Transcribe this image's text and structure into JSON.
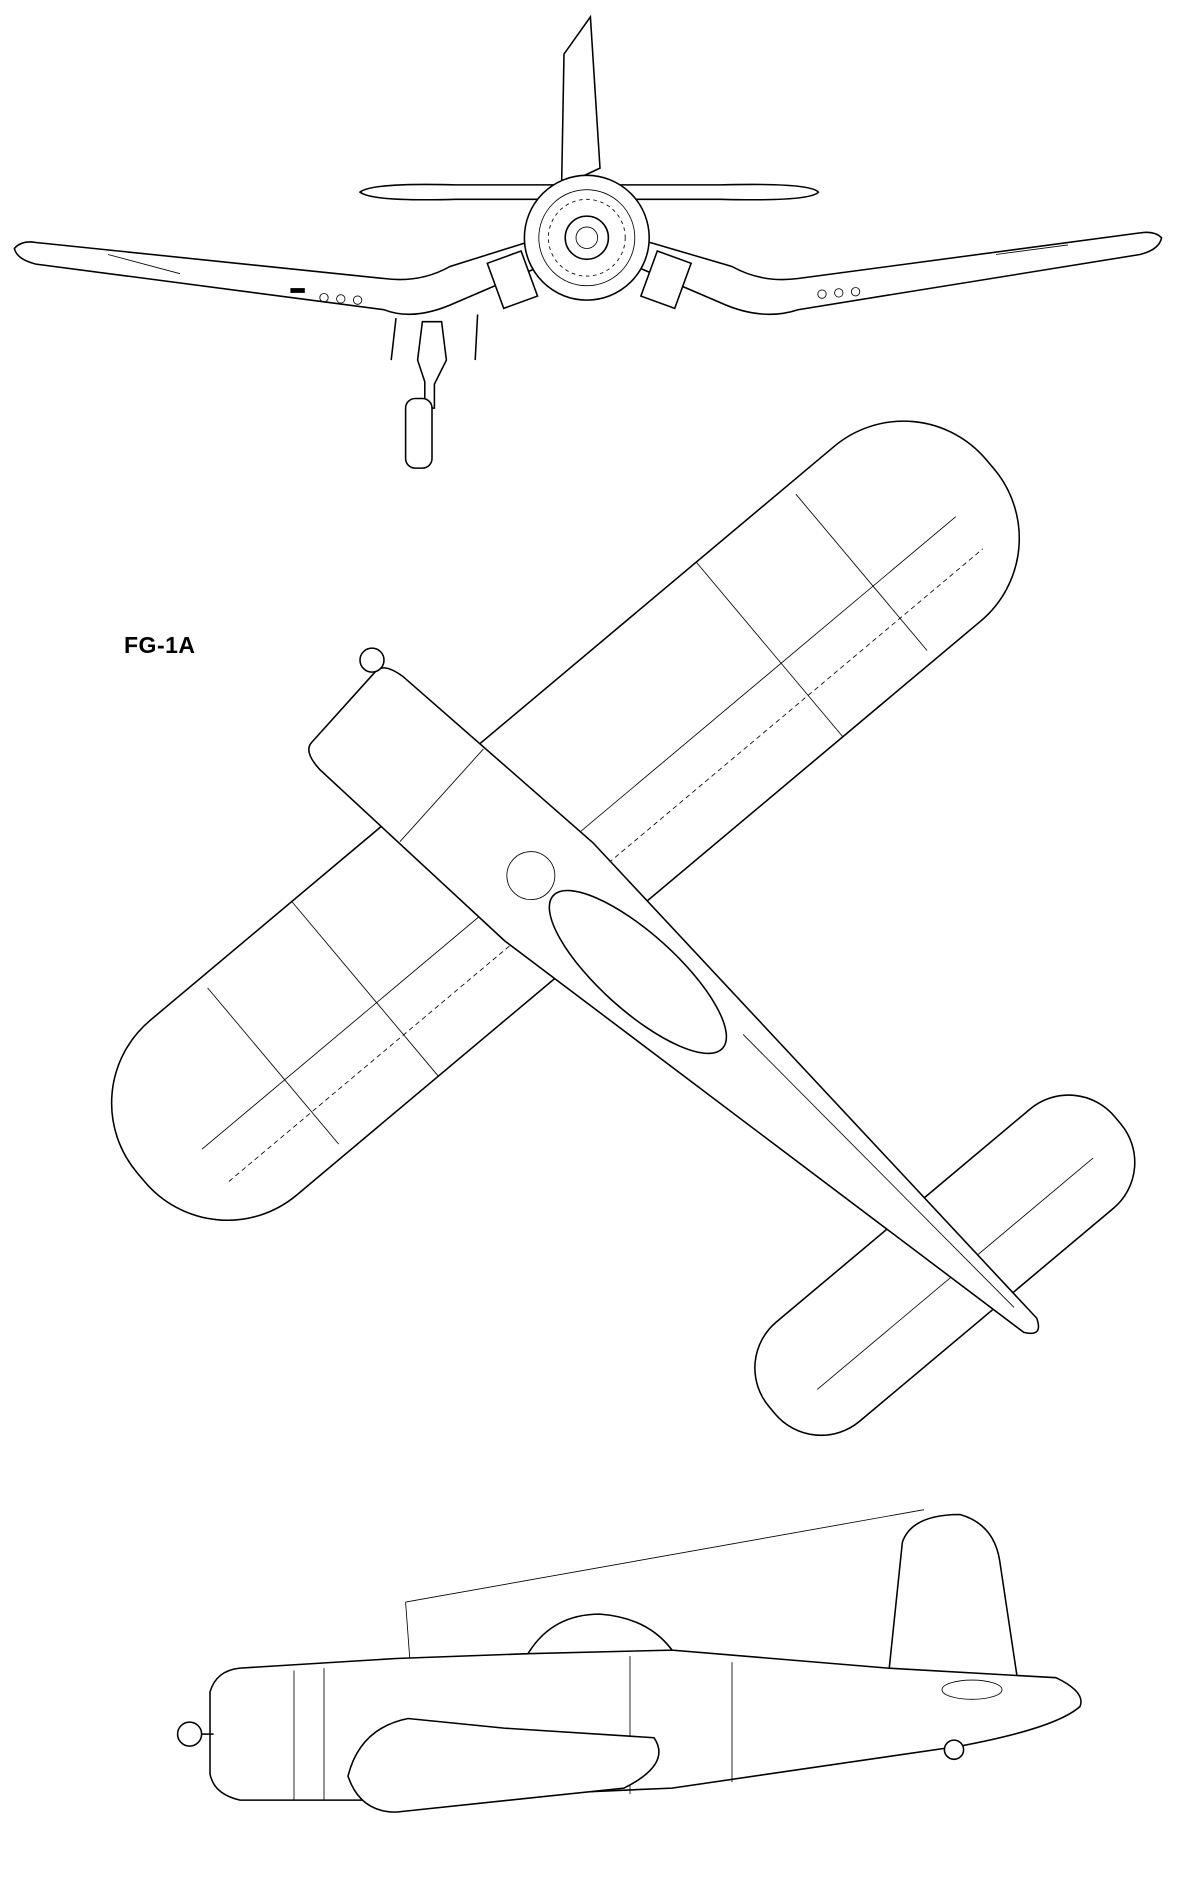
{
  "drawing": {
    "label": "FG-1A",
    "views": [
      "front",
      "top",
      "side"
    ],
    "line_color": "#000000",
    "background": "#ffffff"
  }
}
